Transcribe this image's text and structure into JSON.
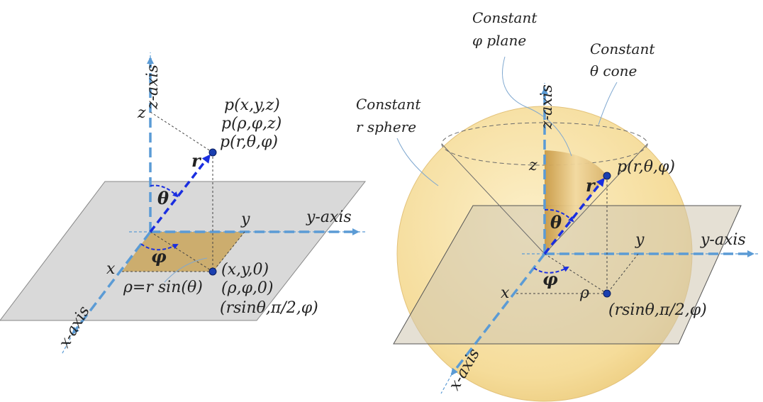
{
  "left": {
    "z_axis": "z-axis",
    "y_axis": "y-axis",
    "x_axis": "x-axis",
    "z": "z",
    "y": "y",
    "x": "x",
    "p_cart": "p(x,y,z)",
    "p_cyl": "p(ρ,φ,z)",
    "p_sph": "p(r,θ,φ)",
    "r": "r",
    "theta": "θ",
    "phi": "φ",
    "proj_cart": "(x,y,0)",
    "proj_cyl": "(ρ,φ,0)",
    "proj_sph": "(rsinθ,π/2,φ)",
    "rho_eq": "ρ=r sin(θ)"
  },
  "right": {
    "z_axis": "z-axis",
    "y_axis": "y-axis",
    "x_axis": "x-axis",
    "z": "z",
    "y": "y",
    "x": "x",
    "rho": "ρ",
    "r": "r",
    "theta": "θ",
    "phi": "φ",
    "p_sph": "p(r,θ,φ)",
    "proj_sph": "(rsinθ,π/2,φ)",
    "const_phi_1": "Constant",
    "const_phi_2": "φ plane",
    "const_theta_1": "Constant",
    "const_theta_2": "θ cone",
    "const_r_1": "Constant",
    "const_r_2": "r sphere"
  },
  "colors": {
    "axis": "#5b9bd5",
    "vector": "#1a2ee0",
    "plane": "#d9d9d9",
    "sphere": "#f7dfa0",
    "gold": "#c9a55a"
  }
}
